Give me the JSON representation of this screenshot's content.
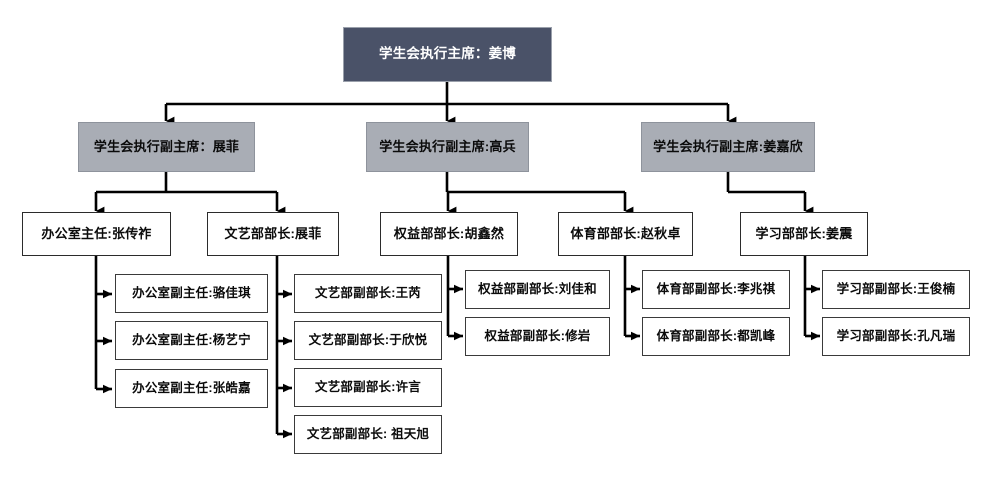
{
  "diagram": {
    "type": "organizational-chart",
    "title_text": "学生会执行主席：姜博",
    "colors": {
      "root_fill": "#4a5268",
      "root_text": "#ffffff",
      "level2_fill": "#a9adb5",
      "level2_text": "#0b0b0b",
      "leaf_fill": "#ffffff",
      "leaf_border": "#2b2b2b",
      "connector": "#000000",
      "background": "#ffffff"
    },
    "root": {
      "label": "学生会执行主席：姜博"
    },
    "level2": [
      {
        "label": "学生会执行副主席：展菲"
      },
      {
        "label": "学生会执行副主席:高兵"
      },
      {
        "label": "学生会执行副主席:姜嘉欣"
      }
    ],
    "level3": [
      {
        "label": "办公室主任:张传祚"
      },
      {
        "label": "文艺部部长:展菲"
      },
      {
        "label": "权益部部长:胡鑫然"
      },
      {
        "label": "体育部部长:赵秋卓"
      },
      {
        "label": "学习部部长:姜震"
      }
    ],
    "level4": {
      "office": [
        {
          "label": "办公室副主任:骆佳琪"
        },
        {
          "label": "办公室副主任:杨艺宁"
        },
        {
          "label": "办公室副主任:张皓嘉"
        }
      ],
      "arts": [
        {
          "label": "文艺部副部长:王芮"
        },
        {
          "label": "文艺部副部长:于欣悦"
        },
        {
          "label": "文艺部副部长:许言"
        },
        {
          "label": "文艺部副部长: 祖天旭"
        }
      ],
      "rights": [
        {
          "label": "权益部副部长:刘佳和"
        },
        {
          "label": "权益部副部长:修岩"
        }
      ],
      "sports": [
        {
          "label": "体育部副部长:李兆祺"
        },
        {
          "label": "体育部副部长:都凯峰"
        }
      ],
      "study": [
        {
          "label": "学习部副部长:王俊楠"
        },
        {
          "label": "学习部副部长:孔凡瑞"
        }
      ]
    }
  }
}
